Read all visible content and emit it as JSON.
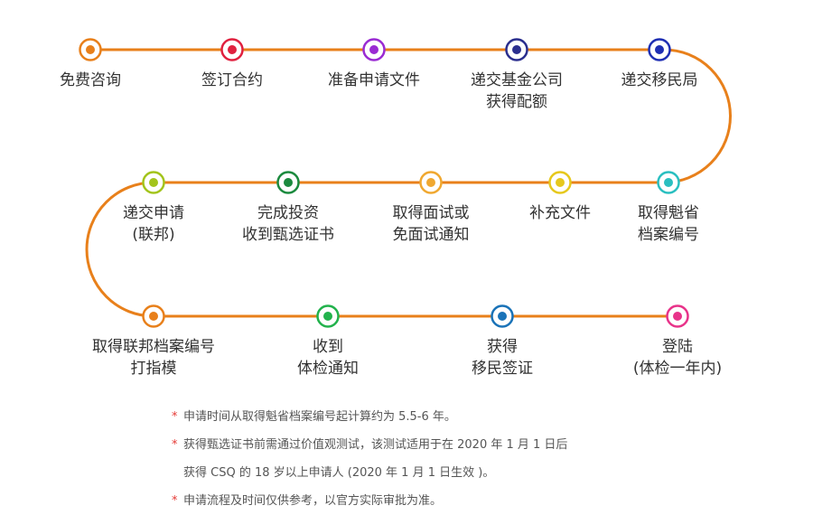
{
  "path_color": "#e8801b",
  "steps": [
    {
      "lines": [
        "免费咨询"
      ],
      "color": "#e8801b"
    },
    {
      "lines": [
        "签订合约"
      ],
      "color": "#e0213f"
    },
    {
      "lines": [
        "准备申请文件"
      ],
      "color": "#9a2bd3"
    },
    {
      "lines": [
        "递交基金公司",
        "获得配额"
      ],
      "color": "#2b2f8e"
    },
    {
      "lines": [
        "递交移民局"
      ],
      "color": "#1f2fb3"
    },
    {
      "lines": [
        "取得魁省",
        "档案编号"
      ],
      "color": "#2abfc0"
    },
    {
      "lines": [
        "补充文件"
      ],
      "color": "#e6c81c"
    },
    {
      "lines": [
        "取得面试或",
        "免面试通知"
      ],
      "color": "#f0a830"
    },
    {
      "lines": [
        "完成投资",
        "收到甄选证书"
      ],
      "color": "#1b8a3e"
    },
    {
      "lines": [
        "递交申请",
        "(联邦)"
      ],
      "color": "#a3c41c"
    },
    {
      "lines": [
        "取得联邦档案编号",
        "打指模"
      ],
      "color": "#e8801b"
    },
    {
      "lines": [
        "收到",
        "体检通知"
      ],
      "color": "#22b24c"
    },
    {
      "lines": [
        "获得",
        "移民签证"
      ],
      "color": "#1a73b8"
    },
    {
      "lines": [
        "登陆",
        "(体检一年内)"
      ],
      "color": "#e8338a"
    }
  ],
  "notes": [
    {
      "star": "*",
      "text": "申请时间从取得魁省档案编号起计算约为 5.5-6 年。"
    },
    {
      "star": "*",
      "text": "获得甄选证书前需通过价值观测试，该测试适用于在 2020 年 1 月 1 日后"
    },
    {
      "star": "",
      "text": "获得 CSQ 的 18 岁以上申请人 (2020 年 1 月 1 日生效 )。"
    },
    {
      "star": "*",
      "text": "申请流程及时间仅供参考，以官方实际审批为准。"
    }
  ]
}
